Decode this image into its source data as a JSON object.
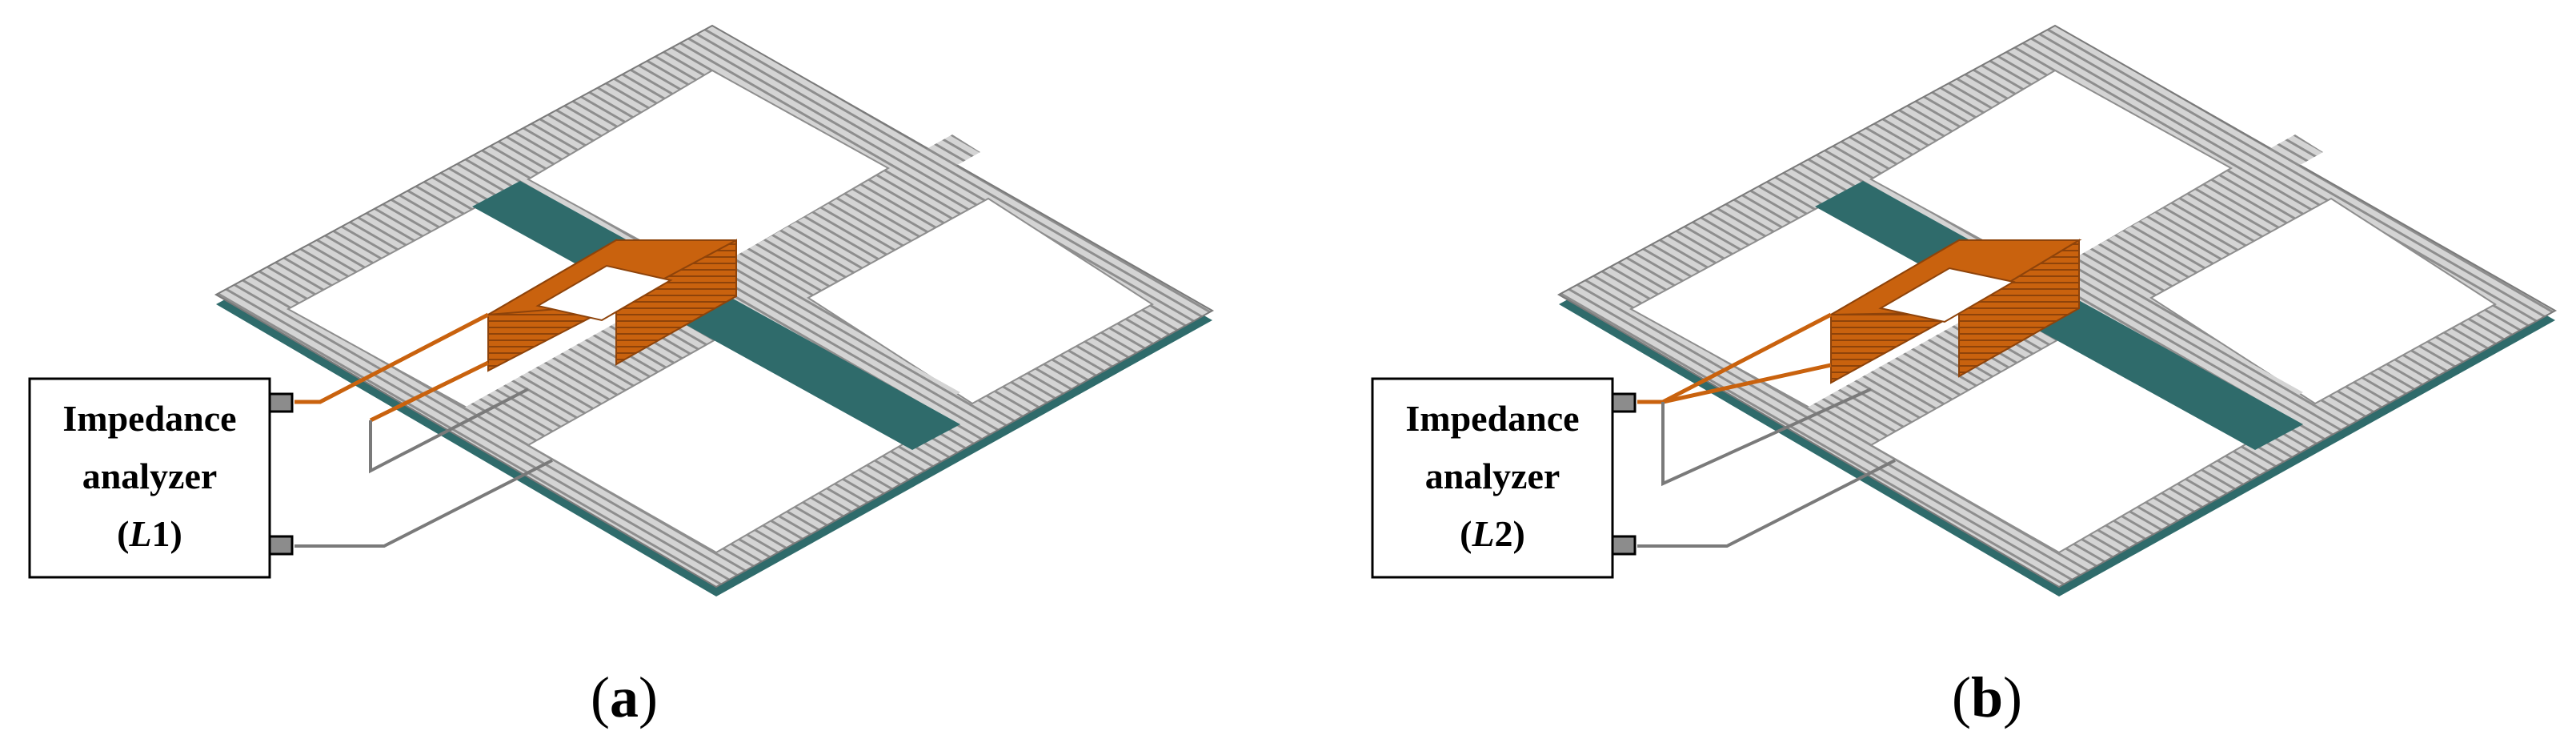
{
  "panels": [
    {
      "id": "a",
      "analyzer": {
        "line1": "Impedance",
        "line2": "analyzer",
        "paren_open": "(",
        "symbol": "L",
        "index": "1",
        "paren_close": ")"
      },
      "caption": {
        "open": "(",
        "letter": "a",
        "close": ")"
      }
    },
    {
      "id": "b",
      "analyzer": {
        "line1": "Impedance",
        "line2": "analyzer",
        "paren_open": "(",
        "symbol": "L",
        "index": "2",
        "paren_close": ")"
      },
      "caption": {
        "open": "(",
        "letter": "b",
        "close": ")"
      }
    }
  ],
  "colors": {
    "substrate": "#2f6b6b",
    "winding_light": "#d4d4d4",
    "winding_dark": "#8e8e8e",
    "coil": "#c9620e",
    "coil_dark": "#8e430a",
    "lead_gray": "#7a7a7a",
    "connector": "#8c8c8c"
  }
}
